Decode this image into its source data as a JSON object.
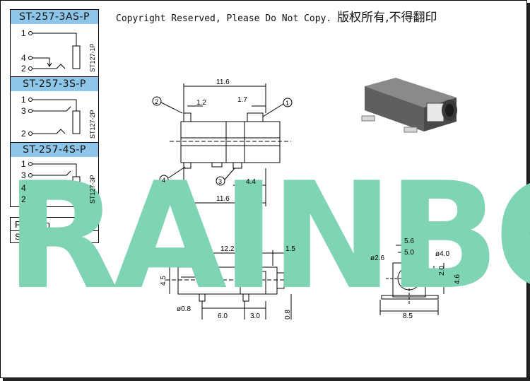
{
  "header": {
    "copyright_en": "Copyright Reserved, Please Do Not Copy.",
    "copyright_cn": "版权所有,不得翻印"
  },
  "watermark": {
    "text": "RAINBOW",
    "color": "#7fd4b4"
  },
  "part_colors": {
    "header_bg": "#8ec6ea",
    "body_gray": "#6c6c6c"
  },
  "schematics": [
    {
      "title": "ST-257-3AS-P",
      "code": "ST127-1P",
      "pins": [
        "1",
        "4",
        "2"
      ]
    },
    {
      "title": "ST-257-3S-P",
      "code": "ST127-2P",
      "pins": [
        "1",
        "3",
        "2"
      ]
    },
    {
      "title": "ST-257-4S-P",
      "code": "ST127-3P",
      "pins": [
        "1",
        "3",
        "4",
        "2"
      ]
    }
  ],
  "function_table": {
    "label": "Function",
    "value": "STEREO"
  },
  "top_view": {
    "dims": {
      "overall_top": "11.6",
      "d1": "1.2",
      "d2": "1.7",
      "d3": "4.4",
      "overall_bottom": "11.6"
    },
    "callouts": [
      "1",
      "2",
      "3",
      "4"
    ]
  },
  "side_view": {
    "dims": {
      "length": "12.2",
      "tip": "1.5",
      "height": "4.5",
      "pin_dia": "ø0.8",
      "pitch": "6.0",
      "pitch2": "3.0",
      "pin_len": "0.8"
    }
  },
  "front_view": {
    "dims": {
      "outer": "5.6",
      "inner": "5.0",
      "hole_small": "ø2.6",
      "hole_large": "ø4.0",
      "h_inner": "2.0",
      "h_outer": "4.6",
      "width": "8.5"
    }
  }
}
